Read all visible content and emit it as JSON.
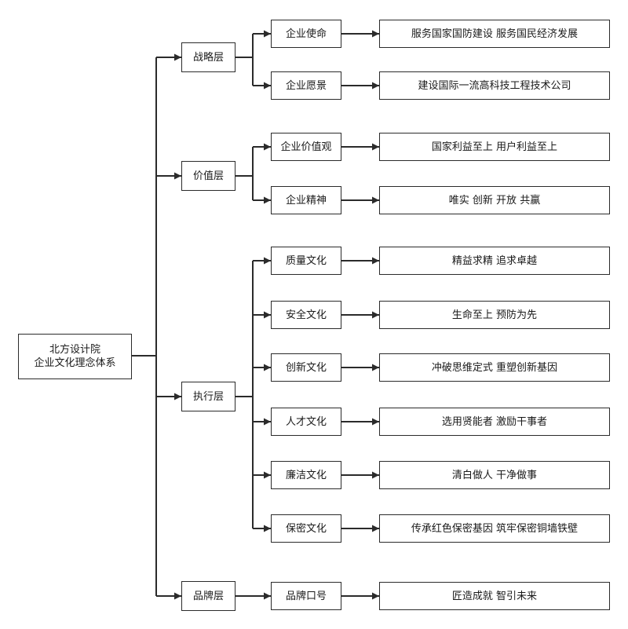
{
  "root": {
    "line1": "北方设计院",
    "line2": "企业文化理念体系"
  },
  "layers": [
    {
      "label": "战略层",
      "items": [
        {
          "label": "企业使命",
          "value": "服务国家国防建设 服务国民经济发展"
        },
        {
          "label": "企业愿景",
          "value": "建设国际一流高科技工程技术公司"
        }
      ]
    },
    {
      "label": "价值层",
      "items": [
        {
          "label": "企业价值观",
          "value": "国家利益至上 用户利益至上"
        },
        {
          "label": "企业精神",
          "value": "唯实 创新 开放 共赢"
        }
      ]
    },
    {
      "label": "执行层",
      "items": [
        {
          "label": "质量文化",
          "value": "精益求精 追求卓越"
        },
        {
          "label": "安全文化",
          "value": "生命至上 预防为先"
        },
        {
          "label": "创新文化",
          "value": "冲破思维定式 重塑创新基因"
        },
        {
          "label": "人才文化",
          "value": "选用贤能者 激励干事者"
        },
        {
          "label": "廉洁文化",
          "value": "清白做人 干净做事"
        },
        {
          "label": "保密文化",
          "value": "传承红色保密基因 筑牢保密铜墙铁壁"
        }
      ]
    },
    {
      "label": "品牌层",
      "items": [
        {
          "label": "品牌口号",
          "value": "匠造成就 智引未来"
        }
      ]
    }
  ]
}
